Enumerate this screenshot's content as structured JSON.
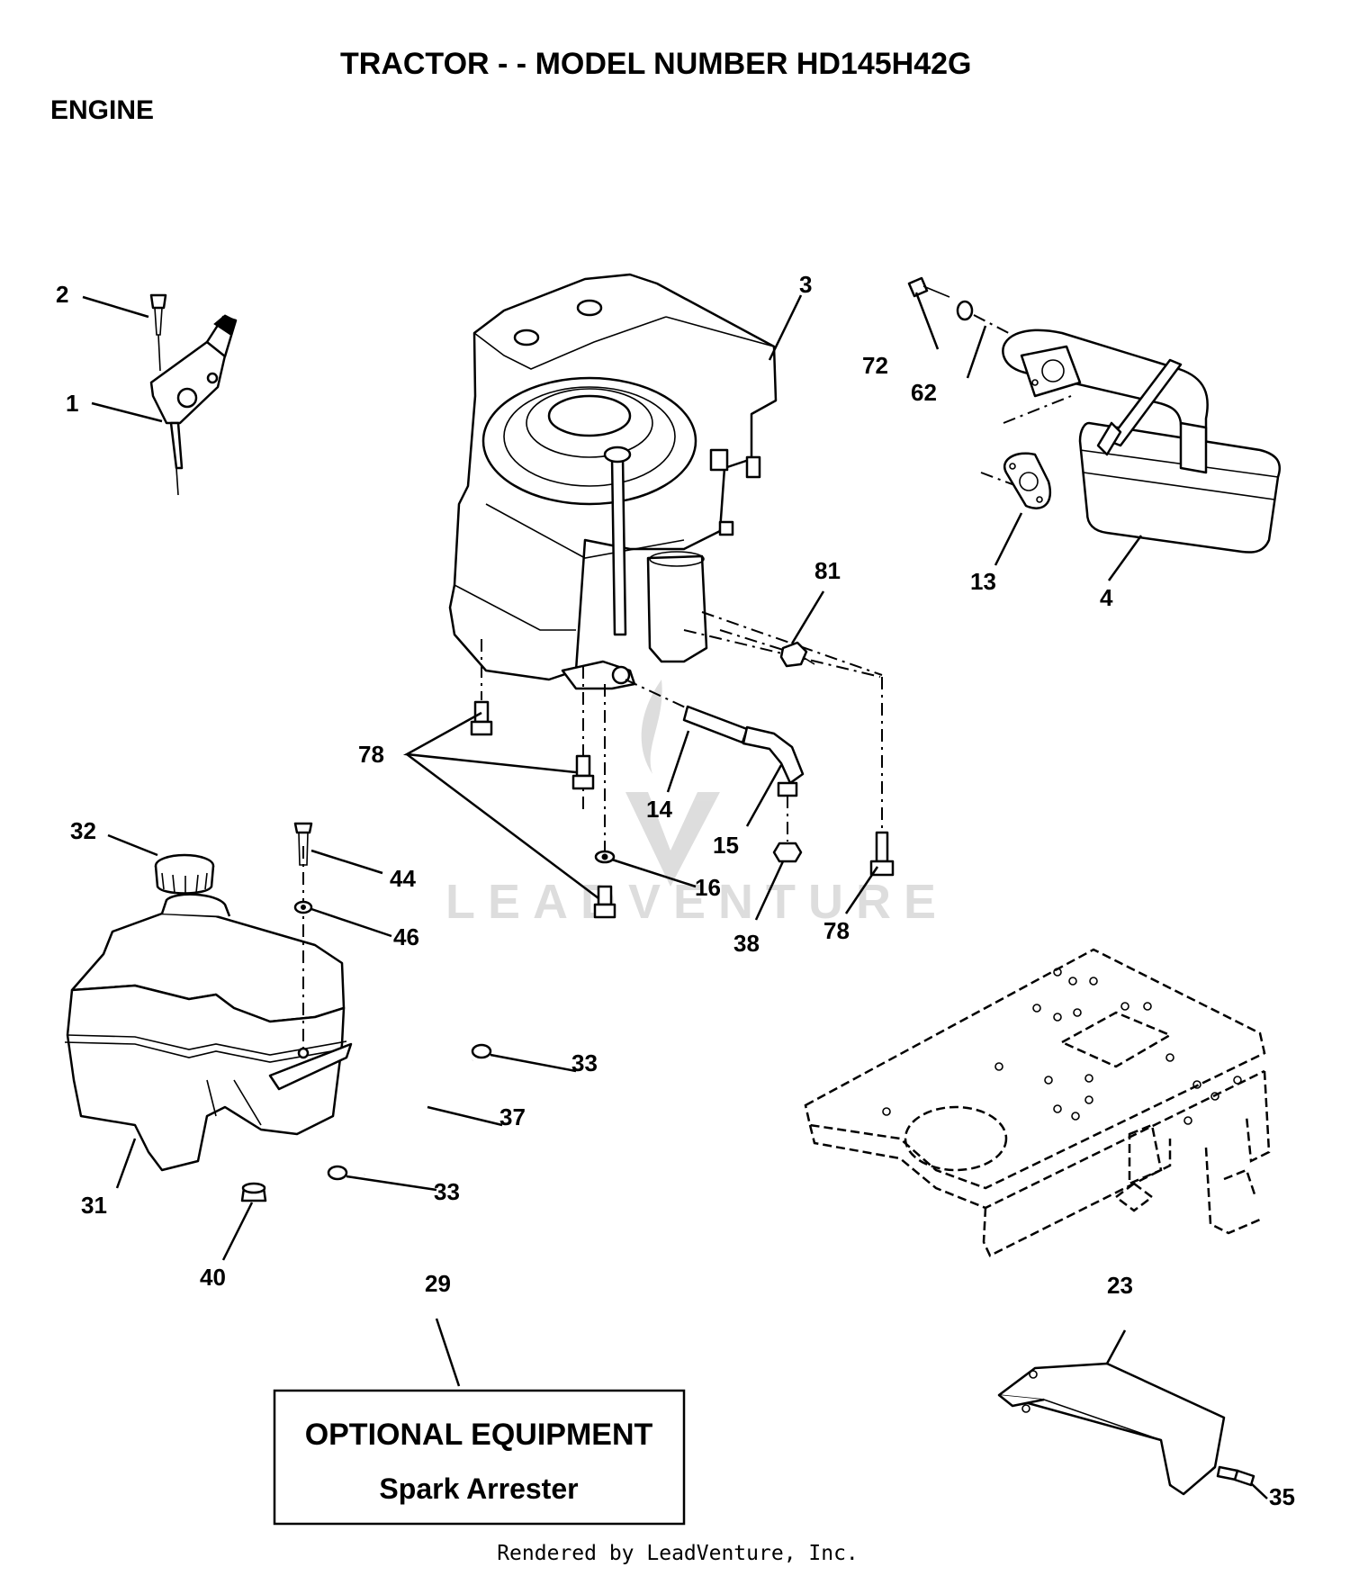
{
  "header": {
    "title": "TRACTOR - - MODEL NUMBER HD145H42G",
    "section": "ENGINE"
  },
  "callouts": {
    "c1": "1",
    "c2": "2",
    "c3": "3",
    "c4": "4",
    "c13": "13",
    "c14": "14",
    "c15": "15",
    "c16": "16",
    "c23": "23",
    "c29": "29",
    "c31": "31",
    "c32": "32",
    "c33a": "33",
    "c33b": "33",
    "c35": "35",
    "c37": "37",
    "c38": "38",
    "c40": "40",
    "c44": "44",
    "c46": "46",
    "c62": "62",
    "c72": "72",
    "c78a": "78",
    "c78b": "78",
    "c81": "81"
  },
  "optional_box": {
    "title": "OPTIONAL EQUIPMENT",
    "subtitle": "Spark Arrester"
  },
  "watermark": "LEADVENTURE",
  "footer": "Rendered by LeadVenture, Inc."
}
